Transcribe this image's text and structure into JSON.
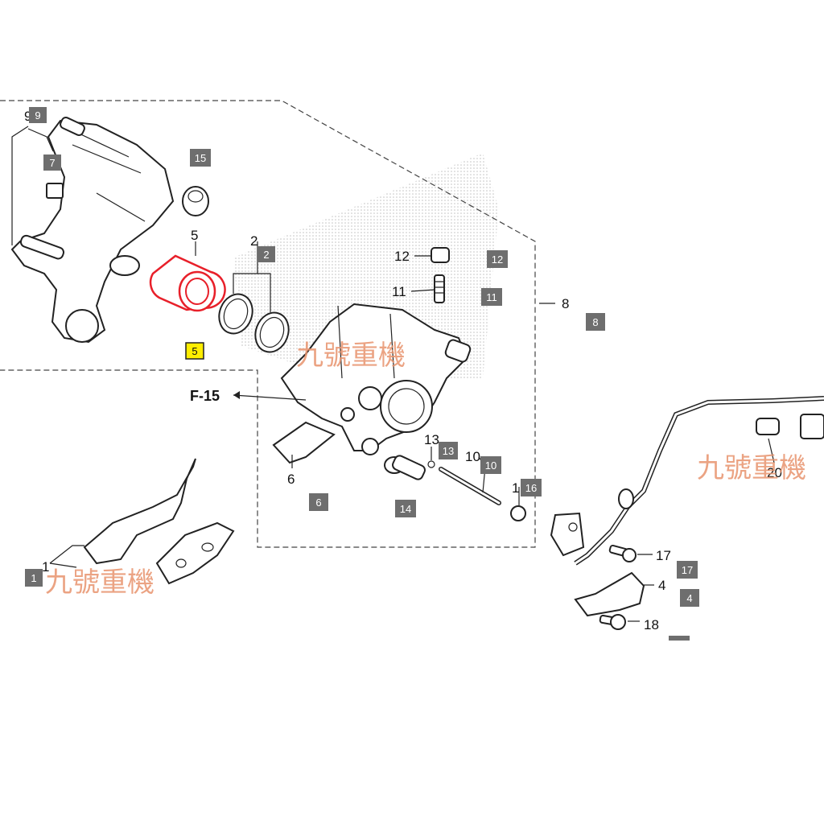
{
  "watermark": "九號重機",
  "ref_label": "F-15",
  "callouts": {
    "c1": "1",
    "c2": "2",
    "c4": "4",
    "c5": "5",
    "c6": "6",
    "c8": "8",
    "c9": "9",
    "c10": "10",
    "c11": "11",
    "c12": "12",
    "c13": "13",
    "c16": "1",
    "c17": "17",
    "c18": "18",
    "c20": "20"
  },
  "boxes": {
    "b1": "1",
    "b2": "2",
    "b4": "4",
    "b5": "5",
    "b6": "6",
    "b7": "7",
    "b8": "8",
    "b9": "9",
    "b10": "10",
    "b11": "11",
    "b12": "12",
    "b13": "13",
    "b14": "14",
    "b15": "15",
    "b16": "16",
    "b17": "17"
  },
  "highlight": {
    "part": "5",
    "color": "#e8202a"
  }
}
